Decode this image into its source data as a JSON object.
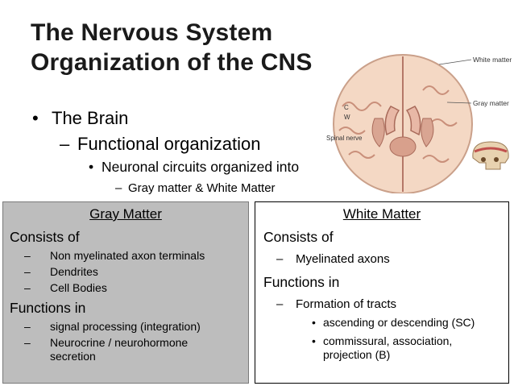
{
  "slide": {
    "title_line1": "The Nervous System",
    "title_line2": "Organization of the CNS",
    "bullet1": "The Brain",
    "bullet2": "Functional organization",
    "bullet3": "Neuronal circuits organized into",
    "bullet4": "Gray matter & White Matter"
  },
  "figure": {
    "label_white_matter": "White matter",
    "label_gray_matter": "Gray matter",
    "label_spinal_nerve": "Spinal nerve",
    "label_c": "C",
    "label_w": "W"
  },
  "gray_panel": {
    "heading": "Gray Matter",
    "consists_label": "Consists of",
    "consists_items": [
      "Non myelinated axon terminals",
      "Dendrites",
      "Cell Bodies"
    ],
    "functions_label": "Functions in",
    "functions_items": [
      "signal processing (integration)",
      "Neurocrine / neurohormone secretion"
    ]
  },
  "white_panel": {
    "heading": "White Matter",
    "consists_label": "Consists of",
    "consists_items": [
      "Myelinated axons"
    ],
    "functions_label": "Functions in",
    "functions_items": [
      "Formation of tracts"
    ],
    "tract_items": [
      "ascending or descending (SC)",
      "commissural, association, projection (B)"
    ]
  }
}
